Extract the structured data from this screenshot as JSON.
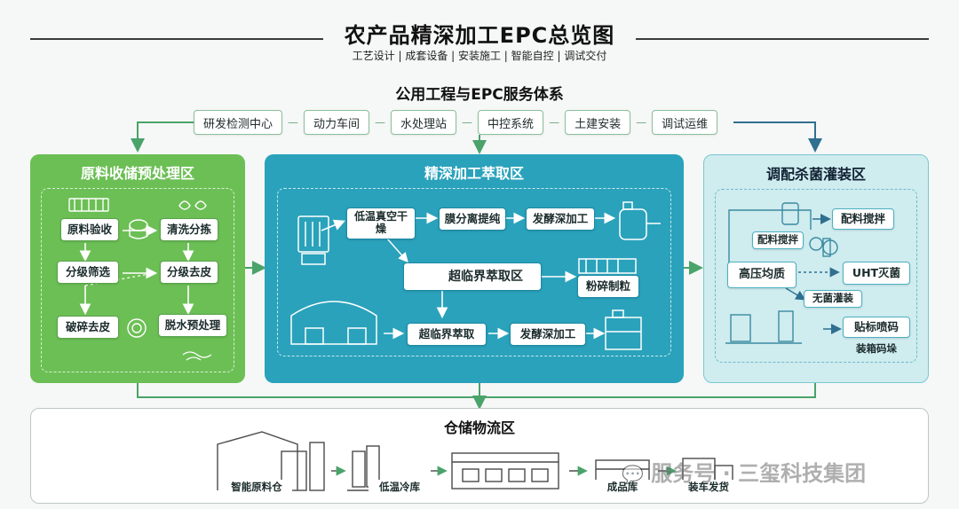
{
  "header": {
    "title": "农产品精深加工EPC总览图",
    "subtitle": "工艺设计 | 成套设备 | 安装施工 | 智能自控 | 调试交付",
    "section_title": "公用工程与EPC服务体系"
  },
  "services": [
    "研发检测中心",
    "动力车间",
    "水处理站",
    "中控系统",
    "土建安装",
    "调试运维"
  ],
  "zone_raw": {
    "title": "原料收储预处理区",
    "nodes": [
      "原料验收",
      "清洗分拣",
      "分级筛选",
      "分级去皮",
      "破碎去皮",
      "脱水预处理"
    ]
  },
  "zone_process": {
    "title": "精深加工萃取区",
    "nodes": [
      "低温真空干燥",
      "膜分离提纯",
      "发酵深加工",
      "超临界萃取区",
      "粉碎制粒",
      "超临界萃取",
      "发酵深加工"
    ]
  },
  "zone_fill": {
    "title": "调配杀菌灌装区",
    "nodes": [
      "配料搅拌",
      "配料搅拌",
      "高压均质",
      "UHT灭菌",
      "无菌灌装",
      "贴标喷码",
      "装箱码垛"
    ]
  },
  "warehouse": {
    "title": "仓储物流区",
    "labels": [
      "智能原料仓",
      "低温冷库",
      "成品库",
      "装车发货"
    ]
  },
  "watermark": "服务号 · 三玺科技集团",
  "colors": {
    "raw_zone": "#6cbf55",
    "process_zone": "#2aa2bb",
    "fill_zone": "#cfecef",
    "connector": "#4aa36a"
  },
  "icons": [
    "truck-icon",
    "washer-icon",
    "leaf-icon",
    "tank-icon",
    "boiler-icon",
    "dryer-icon",
    "extractor-icon",
    "mill-icon",
    "greenhouse-icon",
    "bottle-line-icon",
    "factory-icon",
    "silo-icon",
    "warehouse-icon",
    "truck-dispatch-icon"
  ]
}
